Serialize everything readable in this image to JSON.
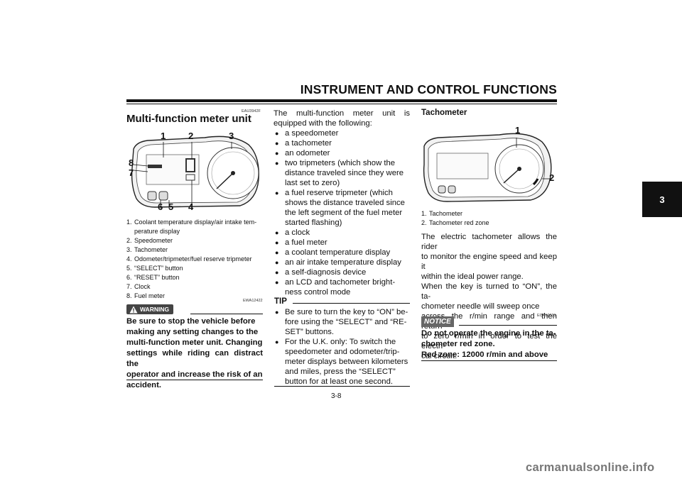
{
  "header": {
    "title": "INSTRUMENT AND CONTROL FUNCTIONS",
    "chapter_tab": "3"
  },
  "left": {
    "code": "EAU3942F",
    "title": "Multi-function meter unit",
    "callouts": [
      "1",
      "2",
      "3",
      "8",
      "7",
      "6",
      "5",
      "4"
    ],
    "legend": [
      {
        "n": "1.",
        "t": "Coolant temperature display/air intake tem-"
      },
      {
        "n": "",
        "t": "perature display"
      },
      {
        "n": "2.",
        "t": "Speedometer"
      },
      {
        "n": "3.",
        "t": "Tachometer"
      },
      {
        "n": "4.",
        "t": "Odometer/tripmeter/fuel reserve tripmeter"
      },
      {
        "n": "5.",
        "t": "“SELECT” button"
      },
      {
        "n": "6.",
        "t": "“RESET” button"
      },
      {
        "n": "7.",
        "t": "Clock"
      },
      {
        "n": "8.",
        "t": "Fuel meter"
      }
    ],
    "warning_code": "EWA12422",
    "warning_label": "WARNING",
    "warning_lines": [
      "Be sure to stop the vehicle before",
      "making any setting changes to the",
      "multi-function meter unit. Changing",
      "settings while riding can distract the",
      "operator and increase the risk of an",
      "accident."
    ]
  },
  "middle": {
    "intro_lines": [
      "The multi-function meter unit is",
      "equipped with the following:"
    ],
    "items": [
      [
        "a speedometer"
      ],
      [
        "a tachometer"
      ],
      [
        "an odometer"
      ],
      [
        "two tripmeters (which show the",
        "distance traveled since they were",
        "last set to zero)"
      ],
      [
        "a fuel reserve tripmeter (which",
        "shows the distance traveled since",
        "the left segment of the fuel meter",
        "started flashing)"
      ],
      [
        "a clock"
      ],
      [
        "a fuel meter"
      ],
      [
        "a coolant temperature display"
      ],
      [
        "an air intake temperature display"
      ],
      [
        "a self-diagnosis device"
      ],
      [
        "an LCD and tachometer bright-",
        "ness control mode"
      ]
    ],
    "tip_label": "TIP",
    "tips": [
      [
        "Be sure to turn the key to “ON” be-",
        "fore using the “SELECT” and “RE-",
        "SET” buttons."
      ],
      [
        "For the U.K. only: To switch the",
        "speedometer and odometer/trip-",
        "meter displays between kilometers",
        "and miles, press the “SELECT”",
        "button for at least one second."
      ]
    ],
    "page_number": "3-8"
  },
  "right": {
    "title": "Tachometer",
    "callouts": [
      "1",
      "2"
    ],
    "legend": [
      {
        "n": "1.",
        "t": "Tachometer"
      },
      {
        "n": "2.",
        "t": "Tachometer red zone"
      }
    ],
    "body_lines": [
      "The electric tachometer allows the rider",
      "to monitor the engine speed and keep it",
      "within the ideal power range.",
      "When the key is turned to “ON”, the ta-",
      "chometer needle will sweep once",
      "across the r/min range and then return",
      "to zero r/min in order to test the electri-",
      "cal circuit."
    ],
    "notice_code": "ECA10031",
    "notice_label": "NOTICE",
    "notice_lines": [
      "Do not operate the engine in the ta-",
      "chometer red zone.",
      "Red zone: 12000 r/min and above"
    ]
  },
  "watermark": "carmanualsonline.info"
}
